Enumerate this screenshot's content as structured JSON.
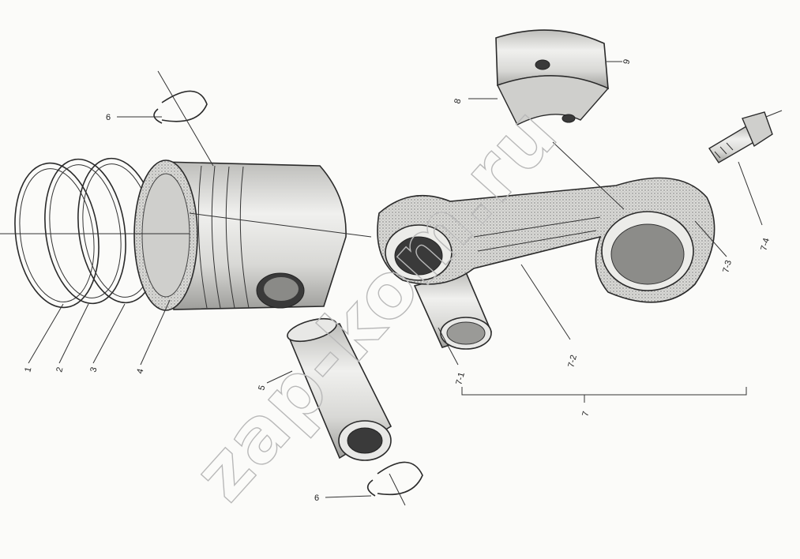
{
  "watermark": "zap-kom.ru",
  "callouts": [
    {
      "id": "1",
      "label": "1"
    },
    {
      "id": "2",
      "label": "2"
    },
    {
      "id": "3",
      "label": "3"
    },
    {
      "id": "4",
      "label": "4"
    },
    {
      "id": "5",
      "label": "5"
    },
    {
      "id": "6a",
      "label": "6"
    },
    {
      "id": "6b",
      "label": "6"
    },
    {
      "id": "7",
      "label": "7"
    },
    {
      "id": "7-1",
      "label": "7-1"
    },
    {
      "id": "7-2",
      "label": "7-2"
    },
    {
      "id": "7-3",
      "label": "7-3"
    },
    {
      "id": "7-4",
      "label": "7-4"
    },
    {
      "id": "8",
      "label": "8"
    },
    {
      "id": "9",
      "label": "9"
    }
  ]
}
